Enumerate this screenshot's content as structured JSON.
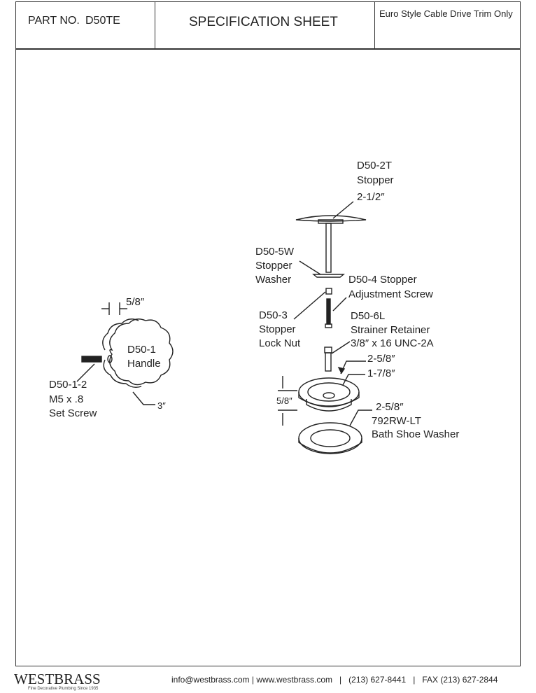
{
  "header": {
    "part_no_label": "PART NO.",
    "part_no": "D50TE",
    "title": "SPECIFICATION SHEET",
    "description": "Euro Style Cable Drive Trim Only"
  },
  "handle": {
    "dim_width": "5/8″",
    "part": "D50-1",
    "name": "Handle",
    "dim_diameter": "3″",
    "set_screw_part": "D50-1-2",
    "set_screw_size": "M5 x .8",
    "set_screw_name": "Set Screw"
  },
  "drain": {
    "stopper_part": "D50-2T",
    "stopper_name": "Stopper",
    "stopper_dim": "2-1/2″",
    "washer_part": "D50-5W",
    "washer_name1": "Stopper",
    "washer_name2": "Washer",
    "adj_screw1": "D50-4 Stopper",
    "adj_screw2": "Adjustment Screw",
    "locknut_part": "D50-3",
    "locknut_name1": "Stopper",
    "locknut_name2": "Lock Nut",
    "retainer_part": "D50-6L",
    "retainer_name": "Strainer Retainer",
    "retainer_thread": "3/8″ x 16 UNC-2A",
    "strainer_outer": "2-5/8″",
    "strainer_inner": "1-7/8″",
    "strainer_height": "5/8″",
    "shoe_washer_dim": "2-5/8″",
    "shoe_washer_part": "792RW-LT",
    "shoe_washer_name": "Bath Shoe Washer"
  },
  "footer": {
    "logo": "WESTBRASS",
    "tagline": "Fine Decorative Plumbing Since 1935",
    "contact": "info@westbrass.com | www.westbrass.com   |   (213) 627-8441   |   FAX (213) 627-2844"
  }
}
